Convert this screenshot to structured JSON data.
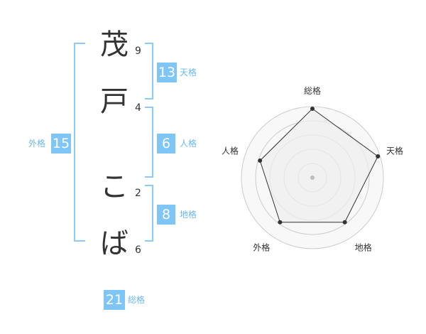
{
  "name": {
    "chars": [
      {
        "char": "茂",
        "strokes": "9"
      },
      {
        "char": "戸",
        "strokes": "4"
      },
      {
        "char": "こ",
        "strokes": "2"
      },
      {
        "char": "ば",
        "strokes": "6"
      }
    ]
  },
  "kakusu": {
    "tenkaku": {
      "value": "13",
      "label": "天格"
    },
    "jinkaku": {
      "value": "6",
      "label": "人格"
    },
    "chikaku": {
      "value": "8",
      "label": "地格"
    },
    "gaikaku": {
      "value": "15",
      "label": "外格"
    },
    "soukaku": {
      "value": "21",
      "label": "総格"
    }
  },
  "chart_data": {
    "type": "radar",
    "categories": [
      "総格",
      "天格",
      "地格",
      "外格",
      "人格"
    ],
    "values": [
      5,
      5,
      4,
      4,
      4
    ],
    "range": [
      0,
      5
    ],
    "grid": true,
    "colors": {
      "fill": "#eeeeee",
      "stroke": "#333333",
      "grid": "#cccccc"
    }
  }
}
